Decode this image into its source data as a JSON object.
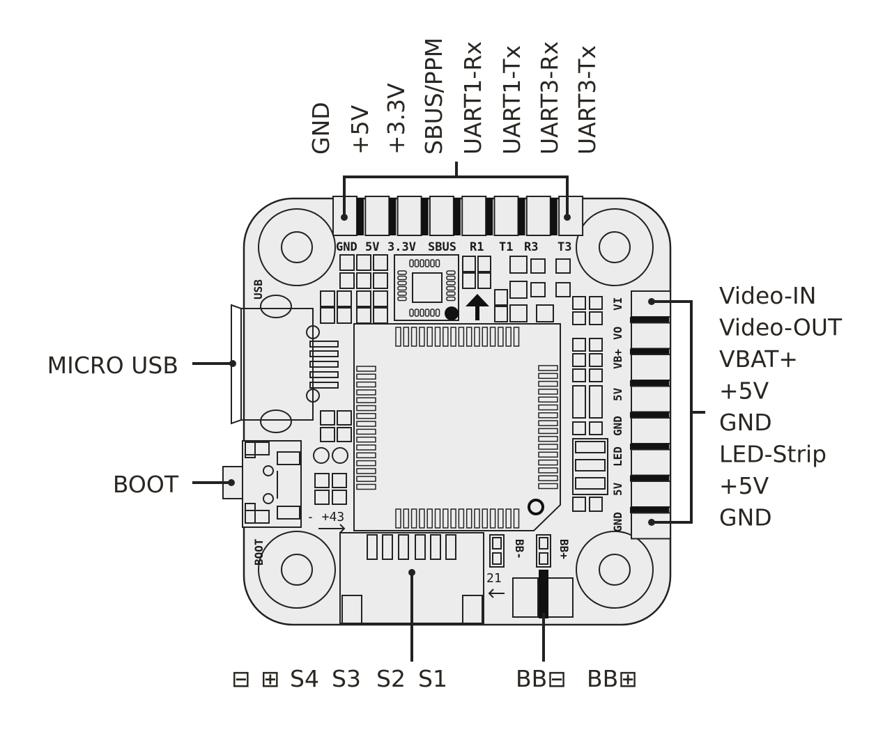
{
  "diagram": {
    "title": "Flight controller pinout",
    "colors": {
      "board_fill": "#ececec",
      "outline": "#222222",
      "label_text": "#2a2622",
      "background": "#ffffff"
    },
    "top_labels": [
      "GND",
      "+5V",
      "+3.3V",
      "SBUS/PPM",
      "UART1-Rx",
      "UART1-Tx",
      "UART3-Rx",
      "UART3-Tx"
    ],
    "top_silk": [
      "GND",
      "5V",
      "3.3V",
      "SBUS",
      "R1",
      "T1",
      "R3",
      "T3"
    ],
    "right_labels": [
      "Video-IN",
      "Video-OUT",
      "VBAT+",
      "+5V",
      "GND",
      "LED-Strip",
      "+5V",
      "GND"
    ],
    "right_silk": [
      "VI",
      "VO",
      "VB+",
      "5V",
      "GND",
      "LED",
      "5V",
      "GND"
    ],
    "left_labels": {
      "usb": "MICRO USB",
      "boot": "BOOT"
    },
    "left_silk": {
      "usb": "USB",
      "boot": "BOOT"
    },
    "bottom_labels": {
      "esc": [
        "⊟",
        "⊞",
        "S4",
        "S3",
        "S2",
        "S1"
      ],
      "buzzer": [
        "BB⊟",
        "BB⊞"
      ]
    },
    "bottom_silk": {
      "esc_marks": "- +43",
      "esc_marks_right": "21",
      "bb_minus": "BB-",
      "bb_plus": "BB+"
    }
  }
}
